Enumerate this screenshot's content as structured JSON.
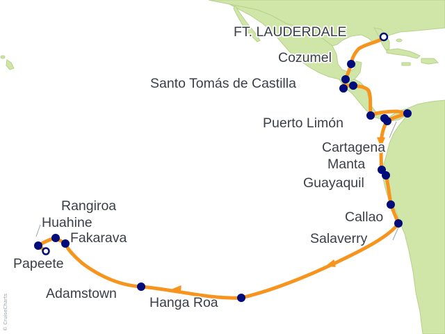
{
  "colors": {
    "ocean": "#ffffff",
    "land": "#cfe6a8",
    "land_edge": "#b7d18a",
    "route": "#f7941d",
    "port": "#000c7b",
    "label": "#3a3f47"
  },
  "watermark": "© CruiseCharts",
  "ports": [
    {
      "name": "FT. LAUDERDALE",
      "kind": "embark"
    },
    {
      "name": "Cozumel",
      "kind": "stop"
    },
    {
      "name": "Santo Tomás de Castilla",
      "kind": "stop"
    },
    {
      "name": "Puerto Limón",
      "kind": "stop"
    },
    {
      "name": "Cartagena",
      "kind": "stop"
    },
    {
      "name": "Manta",
      "kind": "stop"
    },
    {
      "name": "Guayaquil",
      "kind": "stop"
    },
    {
      "name": "Callao",
      "kind": "stop"
    },
    {
      "name": "Salaverry",
      "kind": "stop"
    },
    {
      "name": "Hanga Roa",
      "kind": "stop"
    },
    {
      "name": "Adamstown",
      "kind": "stop"
    },
    {
      "name": "Fakarava",
      "kind": "stop"
    },
    {
      "name": "Rangiroa",
      "kind": "stop"
    },
    {
      "name": "Huahine",
      "kind": "stop"
    },
    {
      "name": "Papeete",
      "kind": "disembark"
    }
  ]
}
